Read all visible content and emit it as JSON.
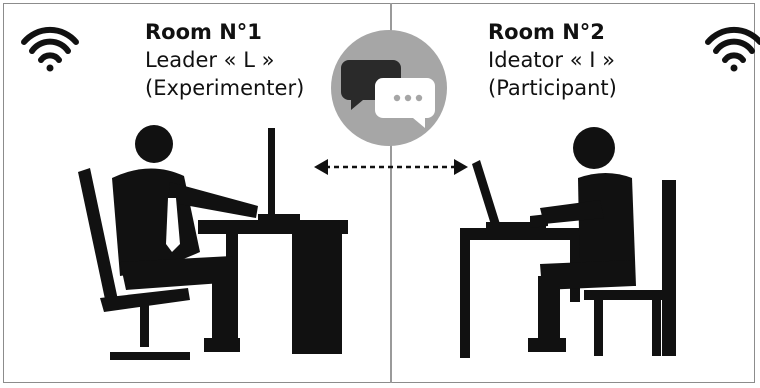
{
  "room1": {
    "title": "Room N°1",
    "role": "Leader « L »",
    "note": "(Experimenter)"
  },
  "room2": {
    "title": "Room N°2",
    "role": "Ideator « I »",
    "note": "(Participant)"
  },
  "icons": [
    "wifi-icon",
    "chat-bubbles-icon",
    "double-arrow-icon",
    "leader-at-desk-icon",
    "ideator-at-desk-icon"
  ],
  "colors": {
    "figure": "#111111",
    "bubble_circle": "#a6a6a6",
    "frame": "#8c8c8c"
  }
}
